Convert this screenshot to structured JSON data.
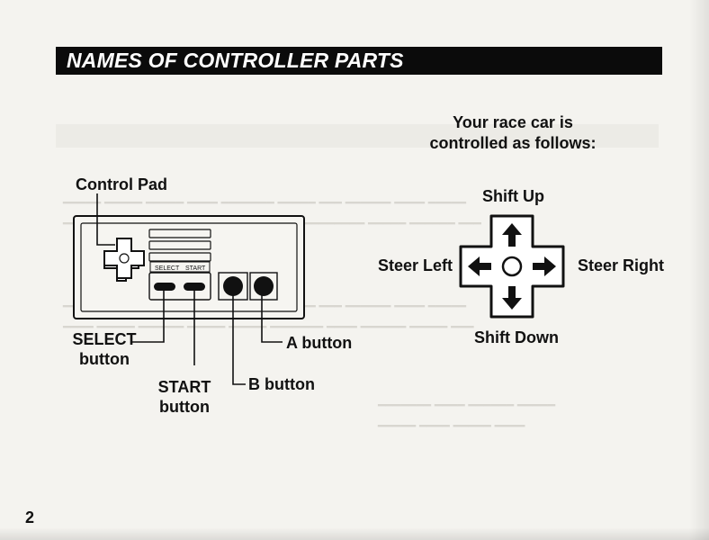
{
  "section_title": "NAMES OF CONTROLLER PARTS",
  "intro_line1": "Your race car is",
  "intro_line2": "controlled as follows:",
  "controller": {
    "control_pad_label": "Control Pad",
    "select_label_line1": "SELECT",
    "select_label_line2": "button",
    "start_label_line1": "START",
    "start_label_line2": "button",
    "a_button_label": "A button",
    "b_button_label": "B button",
    "panel_select_text": "SELECT",
    "panel_start_text": "START"
  },
  "dpad_controls": {
    "up": "Shift Up",
    "down": "Shift Down",
    "left": "Steer Left",
    "right": "Steer Right"
  },
  "page_number": "2",
  "colors": {
    "paper": "#f4f3ef",
    "ink": "#111111",
    "banner": "#0b0b0b"
  }
}
